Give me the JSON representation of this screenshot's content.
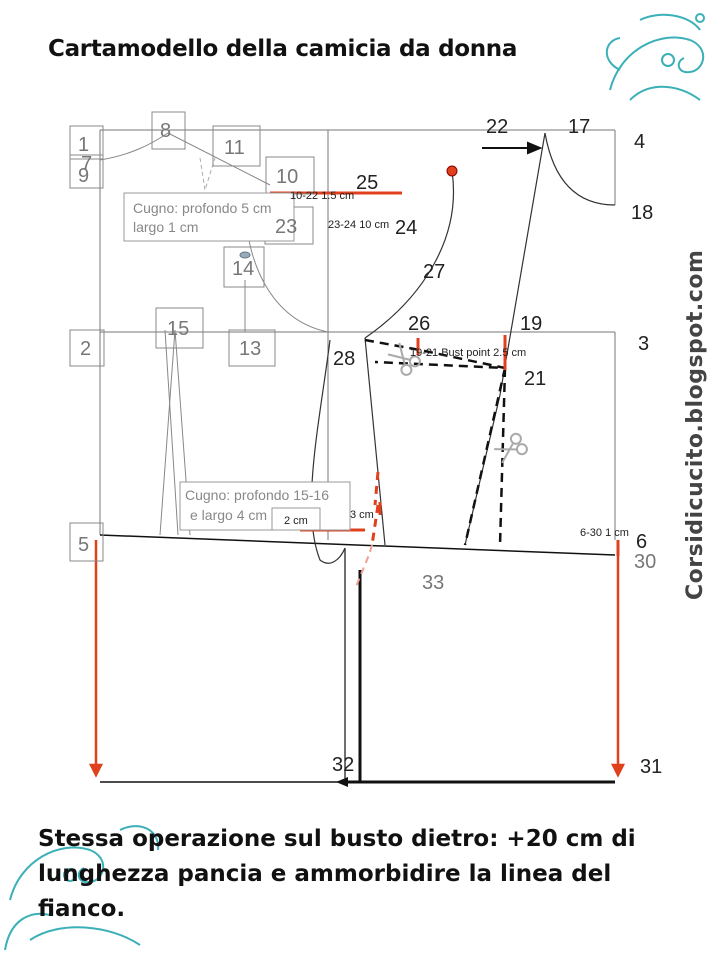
{
  "title": "Cartamodello della camicia da donna",
  "caption": "Stessa operazione sul busto dietro: +20 cm di lunghezza pancia e ammorbidire la linea del fianco.",
  "side_text": "Corsidicucito.blogspot.com",
  "notes": {
    "cugno_top_line1": "Cugno: profondo 5 cm",
    "cugno_top_line2": "largo 1 cm",
    "cugno_bottom_line1": "Cugno: profondo 15-16",
    "cugno_bottom_line2": "e largo 4 cm",
    "n_10_22": "10-22 1.5 cm",
    "n_23_24": "23-24 10 cm",
    "n_bust": "19-21 Bust point 2.5 cm",
    "n_6_30": "6-30 1 cm",
    "n_2cm": "2 cm",
    "n_3cm": "3 cm"
  },
  "points": {
    "p1": "1",
    "p7": "7",
    "p9": "9",
    "p8": "8",
    "p11": "11",
    "p10": "10",
    "p23": "23",
    "p14": "14",
    "p2": "2",
    "p15": "15",
    "p13": "13",
    "p5": "5",
    "p22": "22",
    "p17": "17",
    "p4": "4",
    "p18": "18",
    "p25": "25",
    "p24": "24",
    "p27": "27",
    "p26": "26",
    "p19": "19",
    "p3": "3",
    "p28": "28",
    "p21": "21",
    "p6": "6",
    "p30": "30",
    "p33": "33",
    "p32": "32",
    "p31": "31"
  },
  "colors": {
    "red": "#e0401c",
    "pink": "#f0a090",
    "black": "#111111",
    "gray": "#888888",
    "accent_swirl": "#3bb0b8"
  }
}
